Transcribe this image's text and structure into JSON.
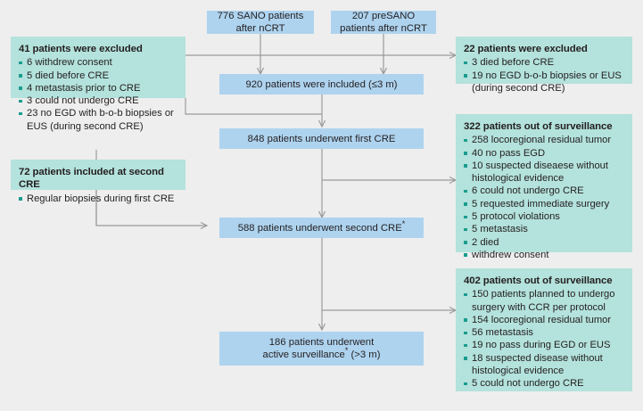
{
  "colors": {
    "background": "#eeeeee",
    "blue_box": "#aed3ef",
    "teal_box": "#b4e2dc",
    "bullet": "#1a9d8f",
    "connector": "#9a9a9a",
    "text": "#231f20"
  },
  "nodes": {
    "sano": {
      "line1": "776 SANO patients",
      "line2": "after nCRT"
    },
    "presano": {
      "line1": "207 preSANO",
      "line2": "patients after nCRT"
    },
    "included": {
      "text": "920 patients were included (≤3 m)"
    },
    "first_cre": {
      "text": "848 patients underwent first CRE"
    },
    "second_cre": {
      "text": "588 patients underwent second CRE",
      "mark": "*"
    },
    "active_surveillance": {
      "line1": "186 patients underwent",
      "line2": "active surveillance",
      "mark": "*",
      "line2_tail": " (>3 m)"
    }
  },
  "excluded_left": {
    "heading": "41 patients were excluded",
    "items": [
      "6 withdrew consent",
      "5 died before CRE",
      "4 metastasis prior to CRE",
      "3 could not undergo CRE",
      "23 no EGD with b-o-b biopsies or EUS (during second CRE)"
    ]
  },
  "included_second": {
    "heading": "72 patients included at second CRE",
    "items": [
      "Regular biopsies during first CRE"
    ]
  },
  "excluded_right": {
    "heading": "22 patients were excluded",
    "items": [
      "3 died before CRE",
      "19 no EGD b-o-b biopsies or EUS (during second CRE)"
    ]
  },
  "out_surveillance_1": {
    "heading": "322 patients out of surveillance",
    "items": [
      "258 locoregional residual tumor",
      "40 no pass EGD",
      "10 suspected diseaese without histological evidence",
      "6 could not undergo CRE",
      "5 requested immediate surgery",
      "5 protocol violations",
      "5 metastasis",
      "2 died",
      "withdrew consent"
    ]
  },
  "out_surveillance_2": {
    "heading": "402 patients out of surveillance",
    "items": [
      "150 patients planned to undergo surgery with CCR per protocol",
      "154 locoregional residual tumor",
      "56 metastasis",
      "19 no pass during EGD or EUS",
      "18 suspected disease without histological evidence",
      "5 could not undergo CRE"
    ]
  }
}
